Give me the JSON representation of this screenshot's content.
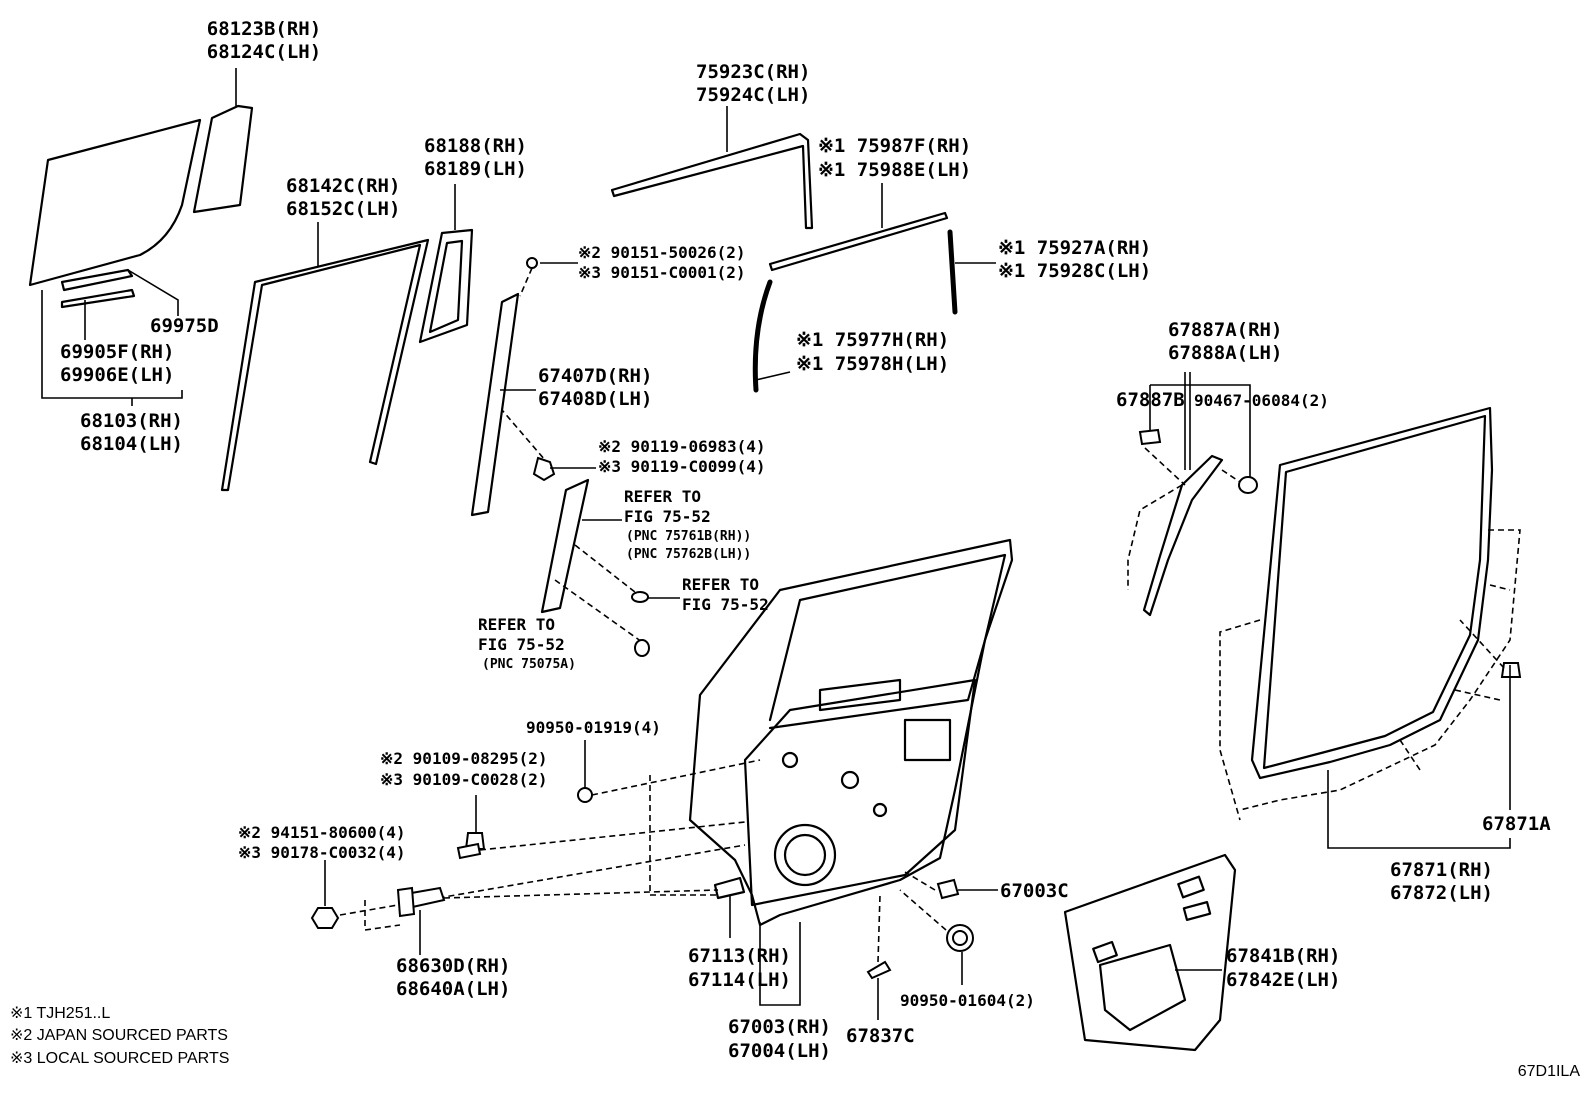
{
  "labels": {
    "l01a": "68123B(RH)",
    "l01b": "68124C(LH)",
    "l02": "69975D",
    "l03a": "69905F(RH)",
    "l03b": "69906E(LH)",
    "l04a": "68103(RH)",
    "l04b": "68104(LH)",
    "l05a": "68142C(RH)",
    "l05b": "68152C(LH)",
    "l06a": "68188(RH)",
    "l06b": "68189(LH)",
    "l07a": "75923C(RH)",
    "l07b": "75924C(LH)",
    "l08a": "※1 75987F(RH)",
    "l08b": "※1 75988E(LH)",
    "l09a": "※2 90151-50026(2)",
    "l09b": "※3 90151-C0001(2)",
    "l10a": "※1 75927A(RH)",
    "l10b": "※1 75928C(LH)",
    "l11a": "※1 75977H(RH)",
    "l11b": "※1 75978H(LH)",
    "l12a": "67407D(RH)",
    "l12b": "67408D(LH)",
    "l13a": "※2 90119-06983(4)",
    "l13b": "※3 90119-C0099(4)",
    "l14a": "REFER TO",
    "l14b": "FIG 75-52",
    "l14c": "(PNC 75761B(RH))",
    "l14d": "(PNC 75762B(LH))",
    "l15a": "REFER TO",
    "l15b": "FIG 75-52",
    "l16a": "REFER TO",
    "l16b": "FIG 75-52",
    "l16c": "(PNC 75075A)",
    "l17": "90950-01919(4)",
    "l18a": "※2 90109-08295(2)",
    "l18b": "※3 90109-C0028(2)",
    "l19a": "※2 94151-80600(4)",
    "l19b": "※3 90178-C0032(4)",
    "l20a": "68630D(RH)",
    "l20b": "68640A(LH)",
    "l21a": "67113(RH)",
    "l21b": "67114(LH)",
    "l22a": "67003(RH)",
    "l22b": "67004(LH)",
    "l23": "67837C",
    "l24": "90950-01604(2)",
    "l25": "67003C",
    "l26a": "67841B(RH)",
    "l26b": "67842E(LH)",
    "l27a": "67887A(RH)",
    "l27b": "67888A(LH)",
    "l28": "67887B",
    "l29": "90467-06084(2)",
    "l30": "67871A",
    "l31a": "67871(RH)",
    "l31b": "67872(LH)"
  },
  "notes": {
    "n1": "※1 TJH251..L",
    "n2": "※2 JAPAN SOURCED PARTS",
    "n3": "※3 LOCAL SOURCED PARTS"
  },
  "figure_code": "67D1ILA"
}
